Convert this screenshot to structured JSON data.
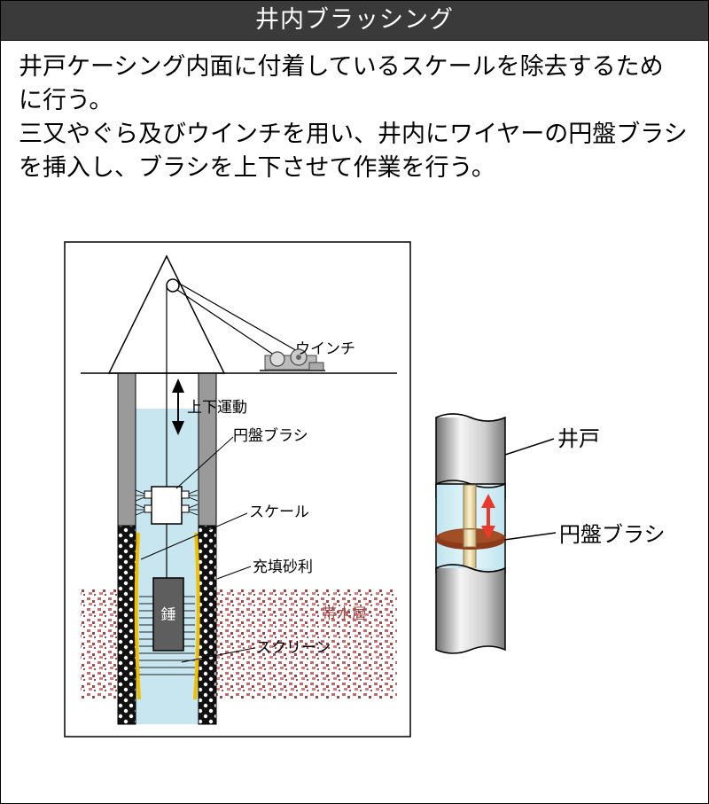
{
  "header": {
    "title": "井内ブラッシング"
  },
  "description": {
    "line1": "井戸ケーシング内面に付着しているスケールを除去するため",
    "line2": "に行う。",
    "line3": "三又やぐら及びウインチを用い、井内にワイヤーの円盤ブラシ",
    "line4": "を挿入し、ブラシを上下させて作業を行う。"
  },
  "well_diagram": {
    "winch_label": "ウインチ",
    "motion_label": "上下運動",
    "brush_label": "円盤ブラシ",
    "scale_label": "スケール",
    "gravel_label": "充填砂利",
    "weight_label": "錘",
    "aquifer_label": "帯水層",
    "screen_label": "スクリーン"
  },
  "closeup": {
    "well_label": "井戸",
    "brush_label": "円盤ブラシ"
  },
  "colors": {
    "title_bg": "#3a3a3a",
    "water": "#c8e6ef",
    "casing": "#9a9a9a",
    "aquifer_dots": "#b45a5a",
    "scale": "#f0c000",
    "arrow_red": "#e8392b",
    "brush_brown": "#8b3a1a"
  }
}
